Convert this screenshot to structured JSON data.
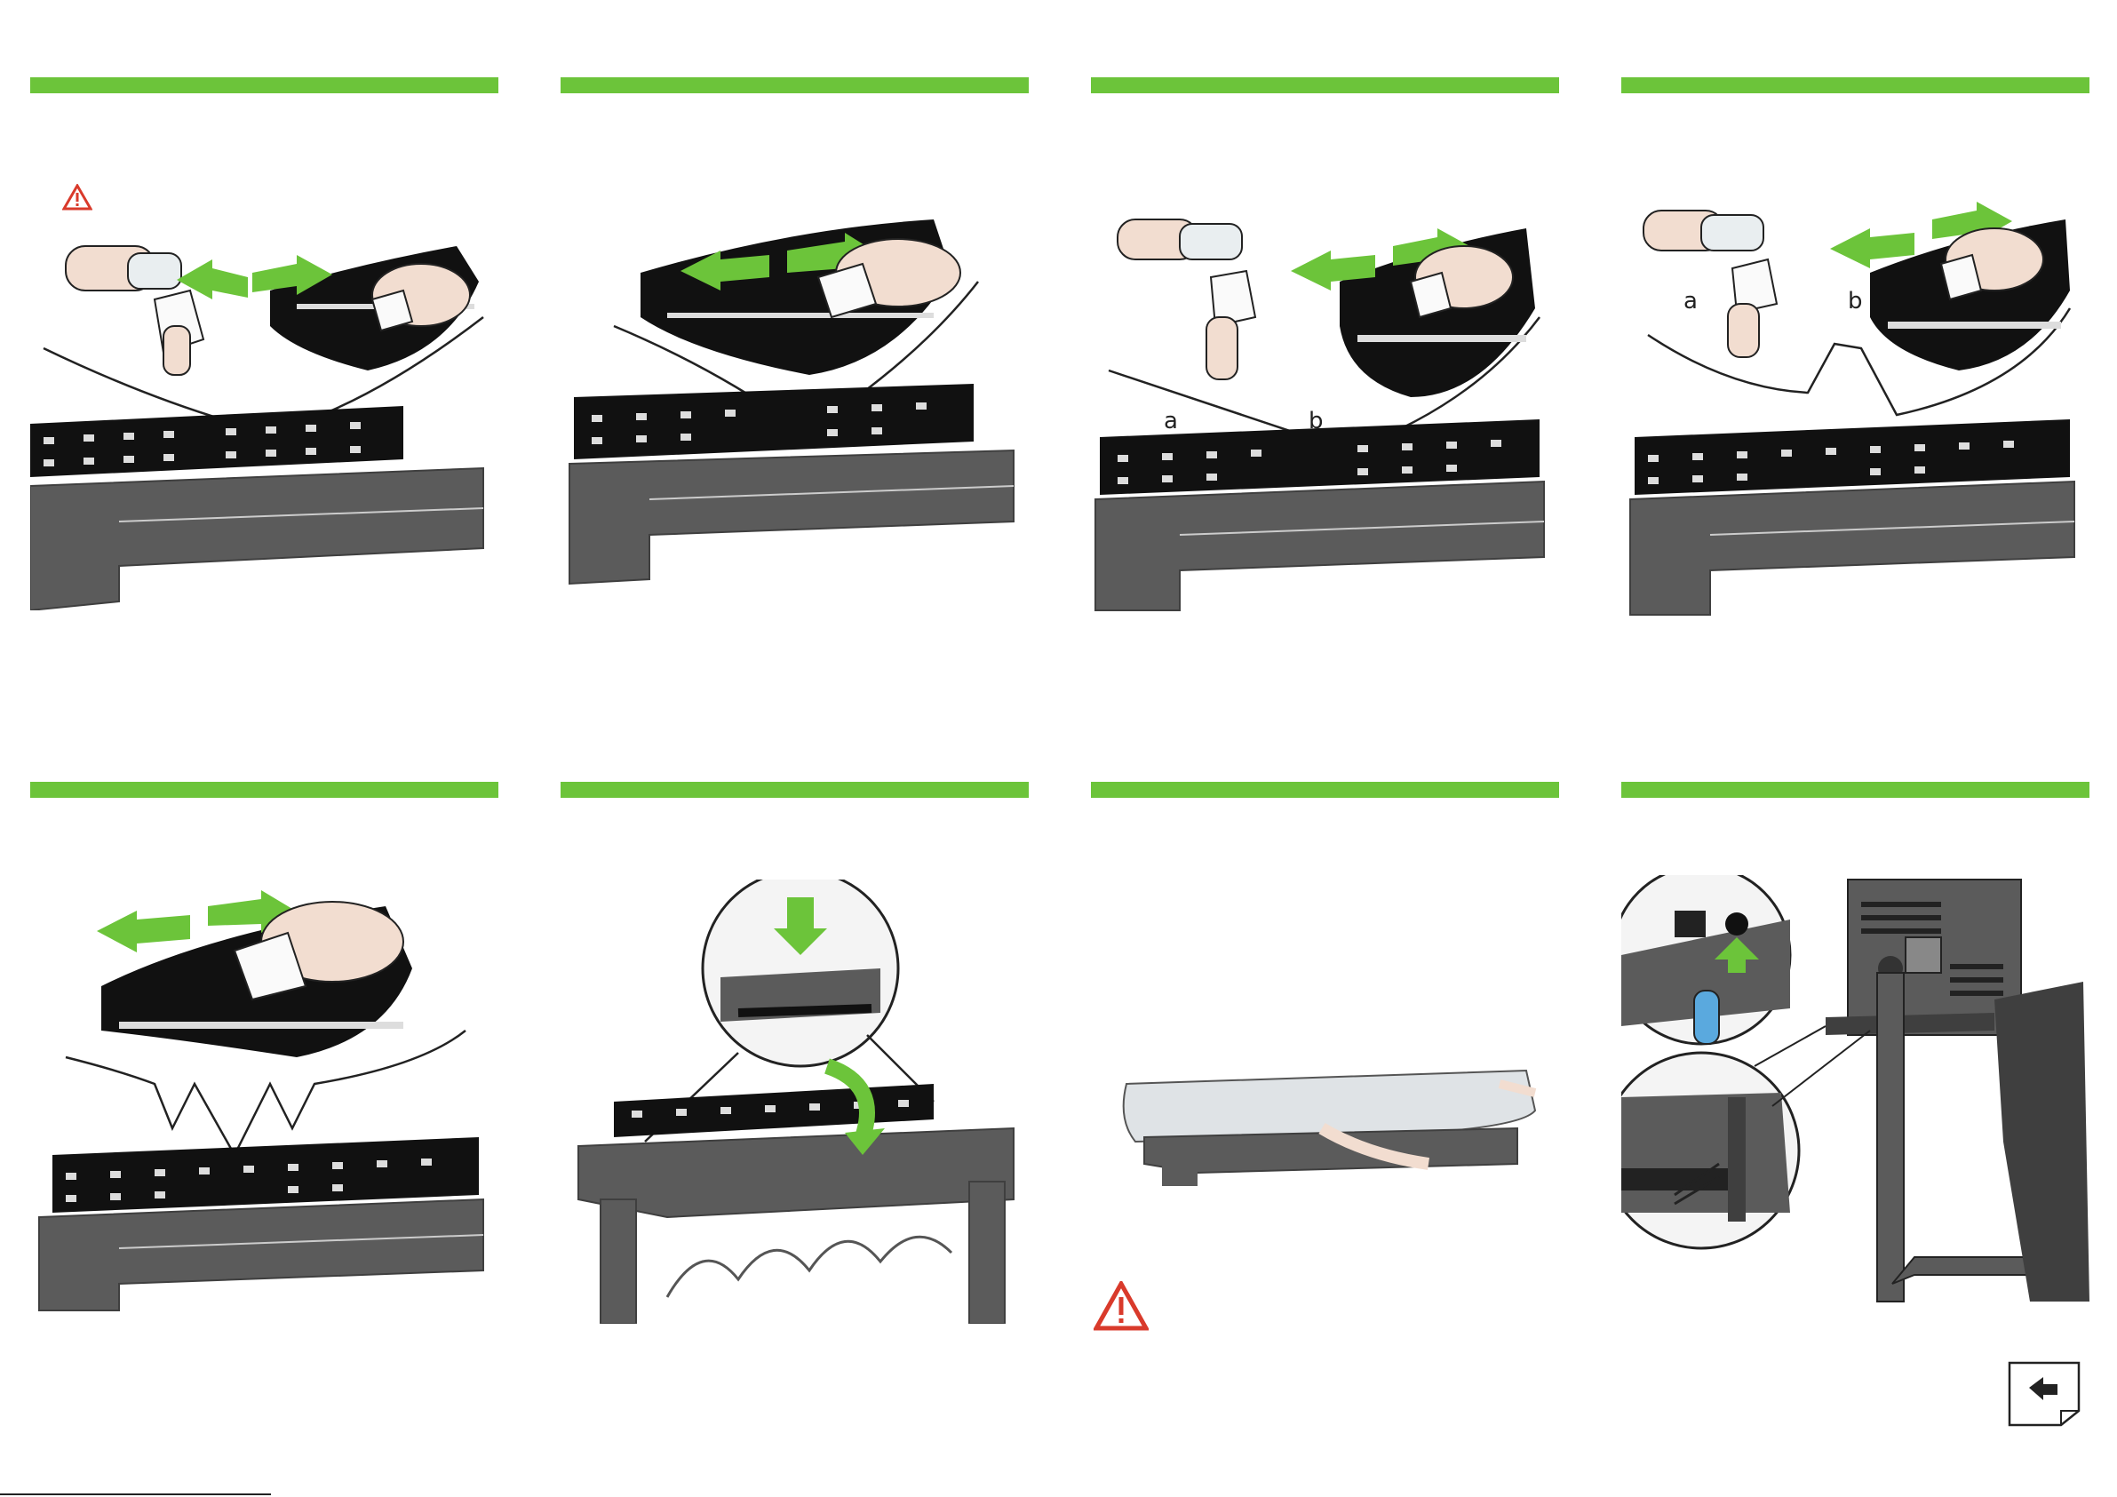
{
  "colors": {
    "accent_green": "#6cc43a",
    "warning_red": "#d93a2b",
    "scanner_gray": "#5b5b5b",
    "dark_gray": "#3f3f3f"
  },
  "panels": [
    {
      "id": 1,
      "labels": [],
      "warning_icon": "warning-icon"
    },
    {
      "id": 2,
      "labels": []
    },
    {
      "id": 3,
      "labels": [
        "a",
        "b"
      ]
    },
    {
      "id": 4,
      "labels": [
        "a",
        "b"
      ]
    },
    {
      "id": 5,
      "labels": []
    },
    {
      "id": 6,
      "labels": []
    },
    {
      "id": 7,
      "labels": [],
      "warning_icon": "warning-icon"
    },
    {
      "id": 8,
      "labels": []
    }
  ],
  "corner_icon": "return-arrow-icon"
}
